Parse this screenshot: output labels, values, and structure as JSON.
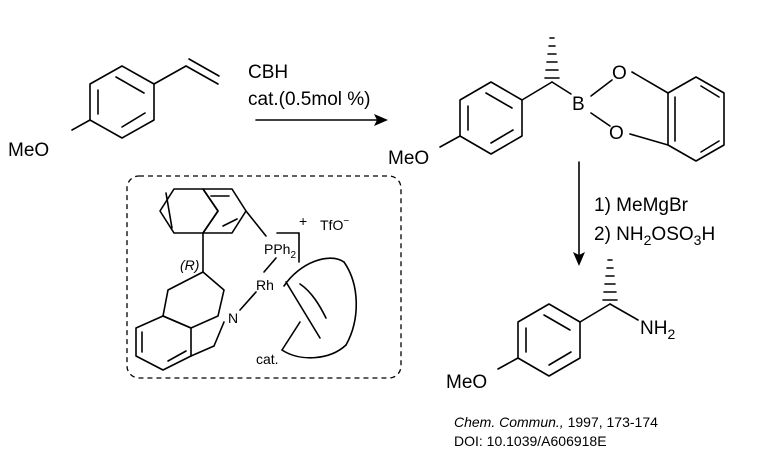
{
  "reagents_1": {
    "line1": "CBH",
    "line2": "cat.(0.5mol %)"
  },
  "reagents_2": {
    "step1": "1) MeMgBr",
    "step2_prefix": "2) NH",
    "step2_sub1": "2",
    "step2_mid": "OSO",
    "step2_sub2": "3",
    "step2_suffix": "H"
  },
  "labels": {
    "meo": "MeO",
    "boron": "B",
    "oxygen": "O",
    "amine": "NH",
    "amine_sub": "2"
  },
  "catalyst": {
    "phosphine": "PPh",
    "phosphine_sub": "2",
    "rhodium": "Rh",
    "nitrogen": "N",
    "stereo": "(R)",
    "counterion": "TfO",
    "counterion_charge": "−",
    "charge": "+",
    "caption": "cat."
  },
  "citation": {
    "journal": "Chem. Commun.,",
    "details": " 1997, 173-174",
    "doi": "DOI: 10.1039/A606918E"
  }
}
